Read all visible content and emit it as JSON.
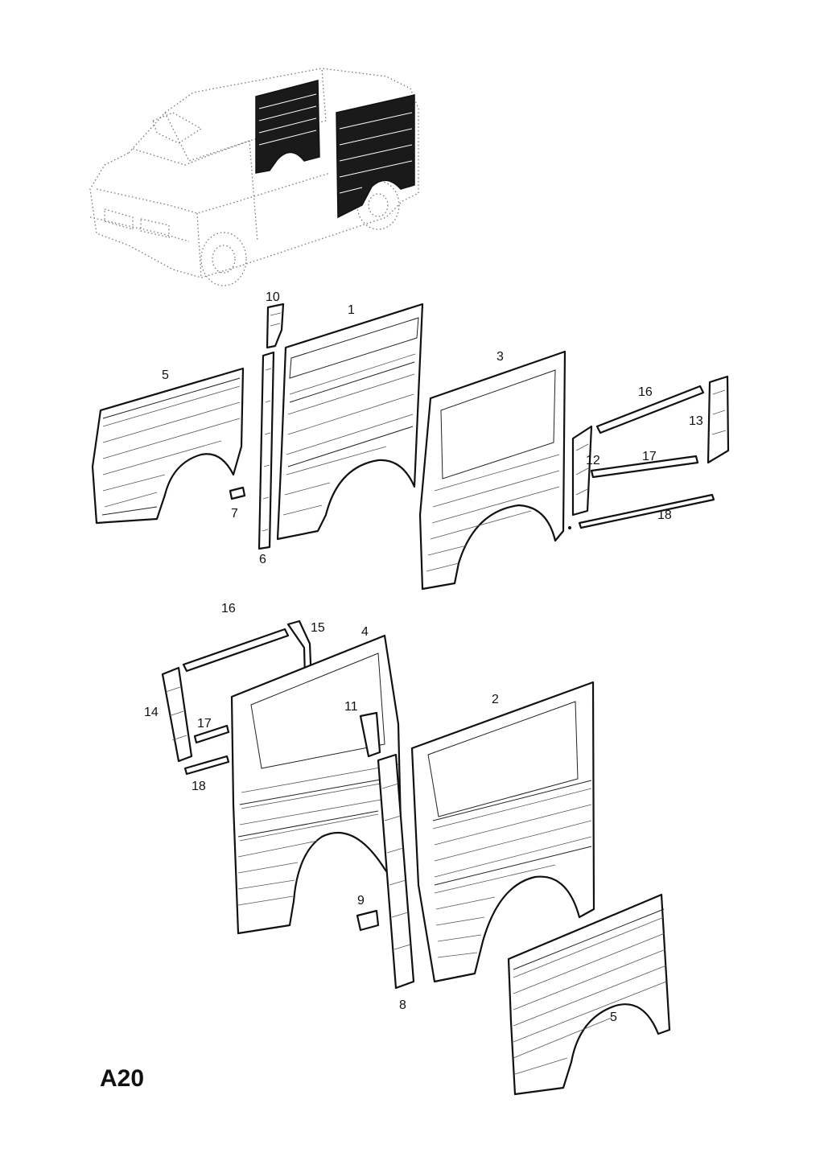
{
  "diagram": {
    "code": "A20",
    "callouts": {
      "c1": "1",
      "c2": "2",
      "c3": "3",
      "c4": "4",
      "c5a": "5",
      "c5b": "5",
      "c6": "6",
      "c7": "7",
      "c8": "8",
      "c9": "9",
      "c10": "10",
      "c11": "11",
      "c12": "12",
      "c13": "13",
      "c14": "14",
      "c15": "15",
      "c16a": "16",
      "c16b": "16",
      "c17a": "17",
      "c17b": "17",
      "c18a": "18",
      "c18b": "18"
    },
    "colors": {
      "line": "#111111",
      "highlight": "#1a1a1a",
      "background": "#ffffff"
    }
  }
}
